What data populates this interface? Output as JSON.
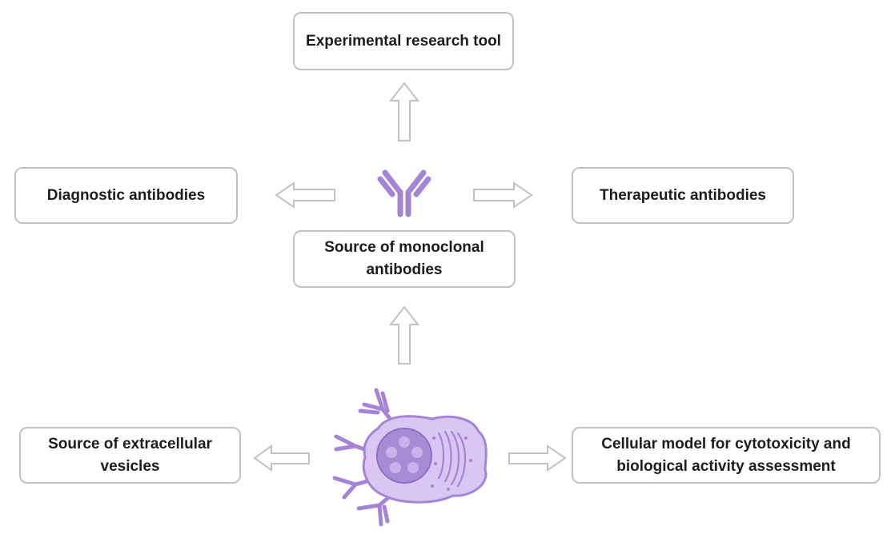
{
  "nodes": {
    "top": "Experimental research tool",
    "diagnostic": "Diagnostic antibodies",
    "therapeutic": "Therapeutic antibodies",
    "monoclonal": "Source of monoclonal antibodies",
    "vesicles": "Source of extracellular vesicles",
    "cellular_model": "Cellular model for cytotoxicity and biological activity assessment"
  },
  "icons": {
    "antibody": "antibody-icon",
    "cell": "hybridoma-cell-icon"
  },
  "colors": {
    "box_border": "#c2c2c2",
    "arrow_outline": "#c2c2c2",
    "antibody": "#a584d6",
    "cell_body": "#d6c2f0",
    "nucleus": "#a88bd4"
  }
}
